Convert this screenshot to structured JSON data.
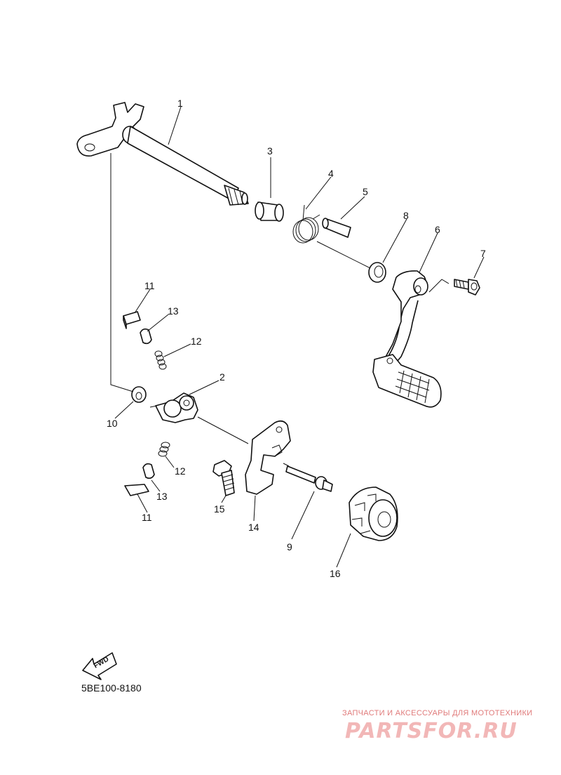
{
  "diagram": {
    "callouts": [
      "1",
      "2",
      "3",
      "4",
      "5",
      "6",
      "7",
      "8",
      "9",
      "10",
      "11",
      "11",
      "12",
      "12",
      "13",
      "13",
      "14",
      "15",
      "16"
    ],
    "fwd_label": "FWD",
    "part_code": "5BE100-8180"
  },
  "watermark": {
    "tagline": "ЗАПЧАСТИ И АКСЕССУАРЫ ДЛЯ МОТОТЕХНИКИ",
    "logo": "PARTSFOR.RU"
  }
}
